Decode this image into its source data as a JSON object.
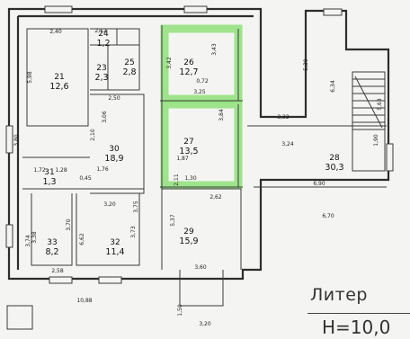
{
  "rooms": [
    {
      "num": "21",
      "area": "12,6"
    },
    {
      "num": "23",
      "area": "2,3"
    },
    {
      "num": "24",
      "area": "1,2"
    },
    {
      "num": "25",
      "area": "2,8"
    },
    {
      "num": "26",
      "area": "12,7"
    },
    {
      "num": "27",
      "area": "13,5"
    },
    {
      "num": "28",
      "area": "30,3"
    },
    {
      "num": "29",
      "area": "15,9"
    },
    {
      "num": "30",
      "area": "18,9"
    },
    {
      "num": "31",
      "area": "1,3"
    },
    {
      "num": "32",
      "area": "11,4"
    },
    {
      "num": "33",
      "area": "8,2"
    }
  ],
  "dimensions": [
    "2,40",
    "2,12",
    "5,98",
    "3,42",
    "0,72",
    "3,43",
    "5,30",
    "6,34",
    "1,90",
    "2,50",
    "3,06",
    "2,10",
    "3,25",
    "3,84",
    "3,32",
    "3,24",
    "6,90",
    "6,70",
    "1,87",
    "2,11",
    "1,30",
    "0,45",
    "3,20",
    "1,76",
    "3,73",
    "2,62",
    "3,70",
    "5,37",
    "3,38",
    "6,62",
    "3,75",
    "2,58",
    "3,60",
    "5,63",
    "10,88",
    "3,20",
    "1,50",
    "1,72",
    "1,28",
    "3,80",
    "3,74"
  ],
  "labels": {
    "litera": "Литер",
    "height": "Н=10,0"
  }
}
